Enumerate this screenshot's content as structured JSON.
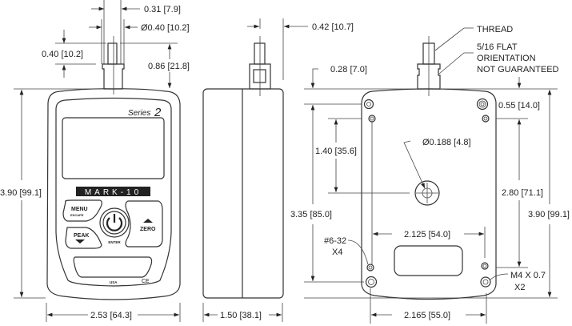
{
  "front_view": {
    "series_label": "Series",
    "series_number": "2",
    "logo_text": "MARK-10",
    "buttons": {
      "menu": "MENU",
      "escape": "ESCAPE",
      "peak": "PEAK",
      "enter": "ENTER",
      "zero": "ZERO"
    },
    "usa_label": "USA",
    "ce_label": "CE",
    "dims": {
      "stud_width": "0.31 [7.9]",
      "collar_diameter": "Ø0.40 [10.2]",
      "stud_height": "0.40 [10.2]",
      "shaft_height": "0.86 [21.8]",
      "height": "3.90 [99.1]",
      "width": "2.53 [64.3]"
    }
  },
  "side_view": {
    "dims": {
      "shaft_offset": "0.42 [10.7]",
      "depth": "1.50 [38.1]"
    }
  },
  "back_view": {
    "notes": {
      "thread": "THREAD",
      "flat_1": "5/16 FLAT",
      "flat_2": "ORIENTATION",
      "flat_3": "NOT GUARANTEED",
      "screw_a_1": "#6-32",
      "screw_a_2": "X4",
      "screw_b_1": "M4 X 0.7",
      "screw_b_2": "X2"
    },
    "dims": {
      "top_offset": "0.28 [7.0]",
      "corner_offset": "0.55 [14.0]",
      "hole_vertical": "1.40 [35.6]",
      "hole_diameter": "Ø0.188 [4.8]",
      "mount_vertical": "3.35 [85.0]",
      "screw_vertical": "2.80 [71.1]",
      "height": "3.90 [99.1]",
      "screw_spacing_small": "2.125 [54.0]",
      "screw_spacing_large": "2.165 [55.0]"
    }
  }
}
